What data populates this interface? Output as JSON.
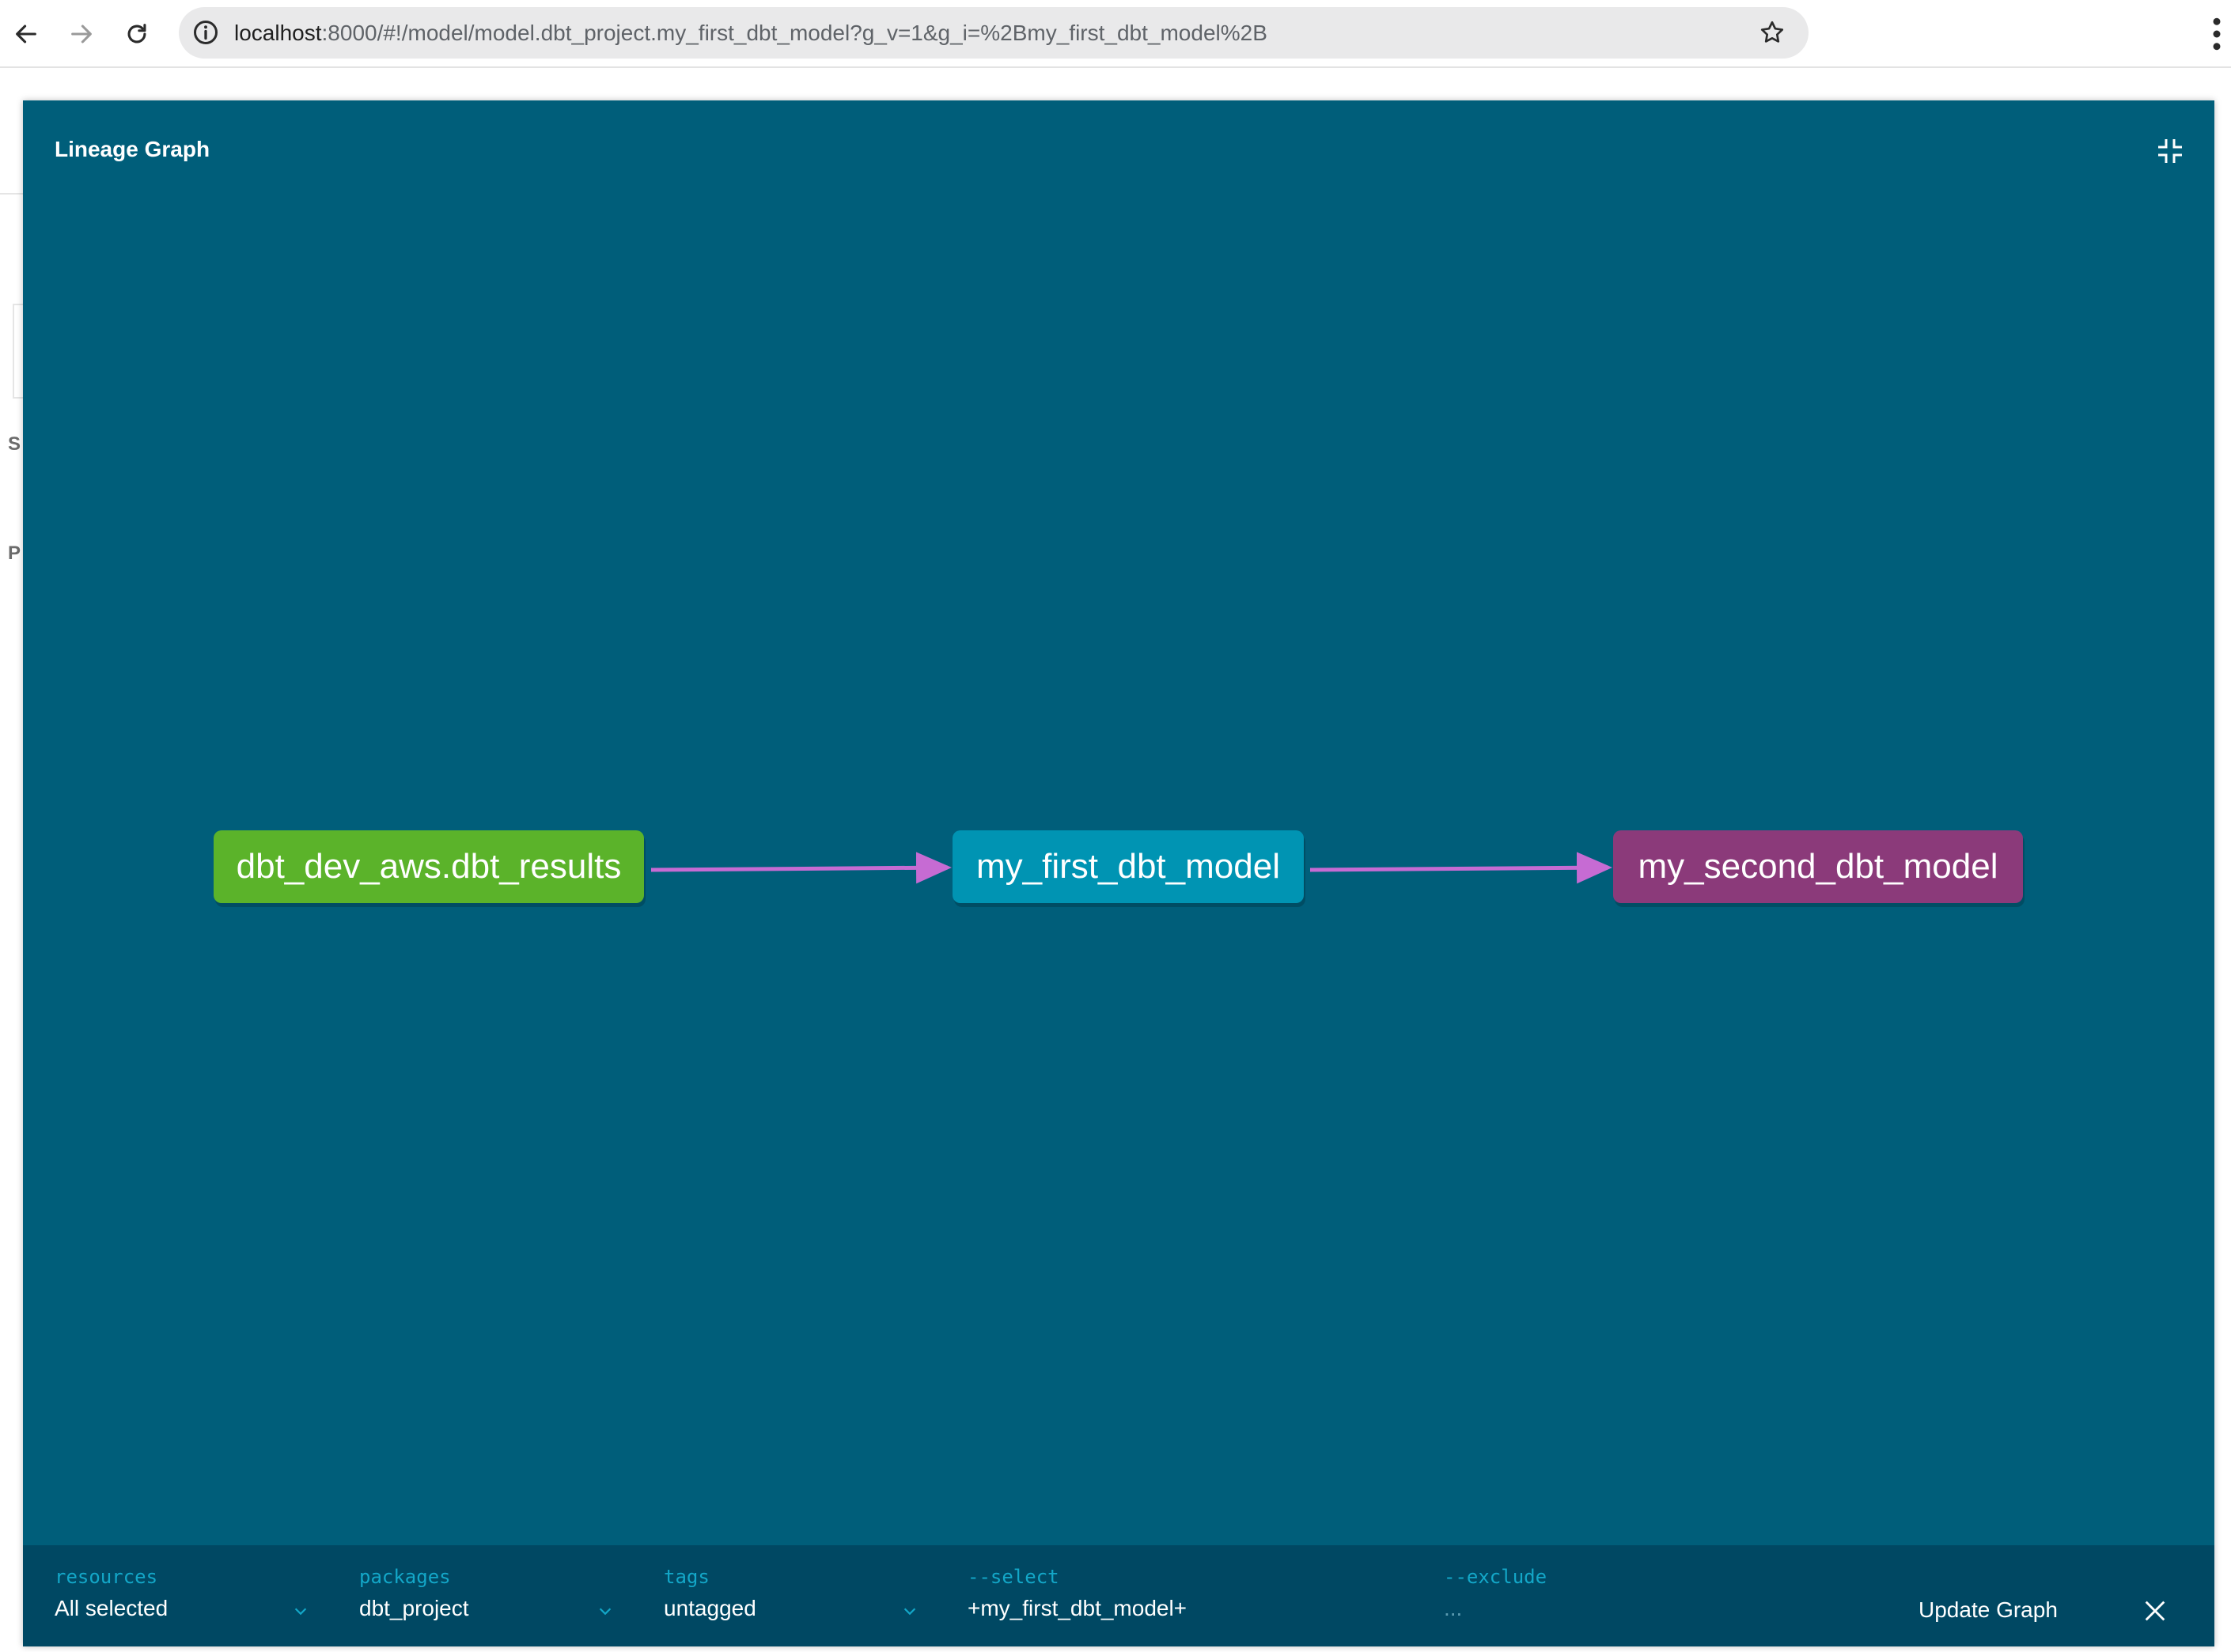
{
  "browser": {
    "url_host": "localhost",
    "url_path": ":8000/#!/model/model.dbt_project.my_first_dbt_model?g_v=1&g_i=%2Bmy_first_dbt_model%2B"
  },
  "background_page": {
    "letters": [
      "S",
      "P"
    ]
  },
  "panel": {
    "title": "Lineage Graph"
  },
  "graph": {
    "nodes": [
      {
        "label": "dbt_dev_aws.dbt_results",
        "type": "source",
        "color": "#5bb32a"
      },
      {
        "label": "my_first_dbt_model",
        "type": "model",
        "color": "#0094b3"
      },
      {
        "label": "my_second_dbt_model",
        "type": "model",
        "color": "#8b3a7a"
      }
    ],
    "edges": [
      {
        "from": "dbt_dev_aws.dbt_results",
        "to": "my_first_dbt_model"
      },
      {
        "from": "my_first_dbt_model",
        "to": "my_second_dbt_model"
      }
    ],
    "edge_color": "#c66bd3",
    "background_color": "#005e7a"
  },
  "filters": {
    "resources": {
      "label": "resources",
      "value": "All selected"
    },
    "packages": {
      "label": "packages",
      "value": "dbt_project"
    },
    "tags": {
      "label": "tags",
      "value": "untagged"
    },
    "select": {
      "label": "--select",
      "value": "+my_first_dbt_model+"
    },
    "exclude": {
      "label": "--exclude",
      "placeholder": "..."
    },
    "update_label": "Update Graph"
  },
  "colors": {
    "accent": "#13a7c8",
    "filter_bar": "#004863"
  }
}
